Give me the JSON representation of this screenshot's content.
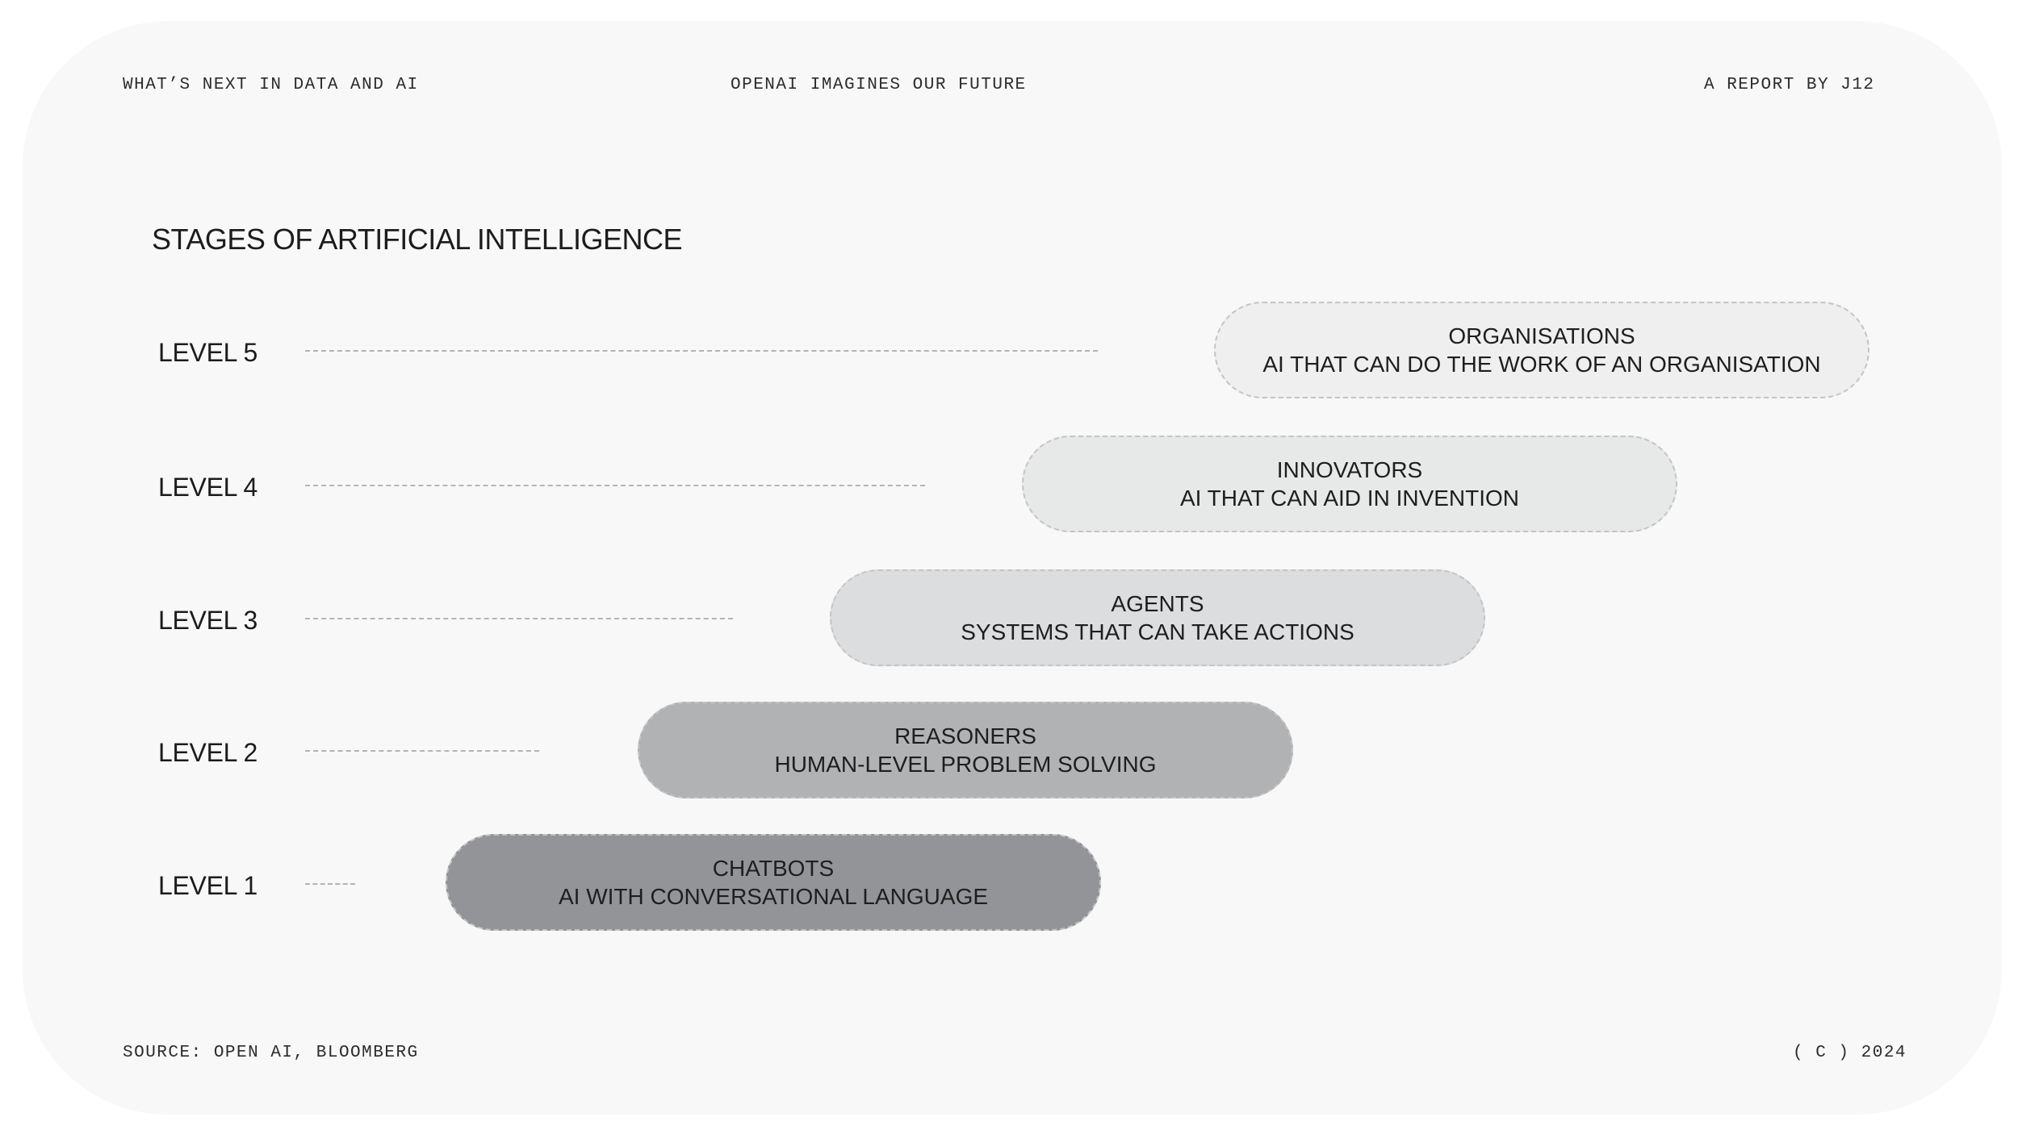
{
  "header": {
    "left": "WHAT’S NEXT IN DATA AND AI",
    "center": "OPENAI IMAGINES OUR FUTURE",
    "right": "A REPORT BY J12"
  },
  "diagram": {
    "title": "STAGES OF ARTIFICIAL INTELLIGENCE",
    "levels": [
      {
        "label": "LEVEL 5",
        "name": "ORGANISATIONS",
        "description": "AI THAT CAN DO THE WORK OF AN ORGANISATION",
        "fill": "#efefef"
      },
      {
        "label": "LEVEL 4",
        "name": "INNOVATORS",
        "description": "AI THAT CAN AID IN INVENTION",
        "fill": "#e7e8e8"
      },
      {
        "label": "LEVEL 3",
        "name": "AGENTS",
        "description": "SYSTEMS THAT CAN TAKE ACTIONS",
        "fill": "#dcdddf"
      },
      {
        "label": "LEVEL 2",
        "name": "REASONERS",
        "description": "HUMAN-LEVEL PROBLEM SOLVING",
        "fill": "#b1b2b4"
      },
      {
        "label": "LEVEL 1",
        "name": "CHATBOTS",
        "description": "AI WITH CONVERSATIONAL LANGUAGE",
        "fill": "#939497"
      }
    ]
  },
  "footer": {
    "left": "SOURCE: OPEN AI, BLOOMBERG",
    "right": "( C ) 2024"
  }
}
